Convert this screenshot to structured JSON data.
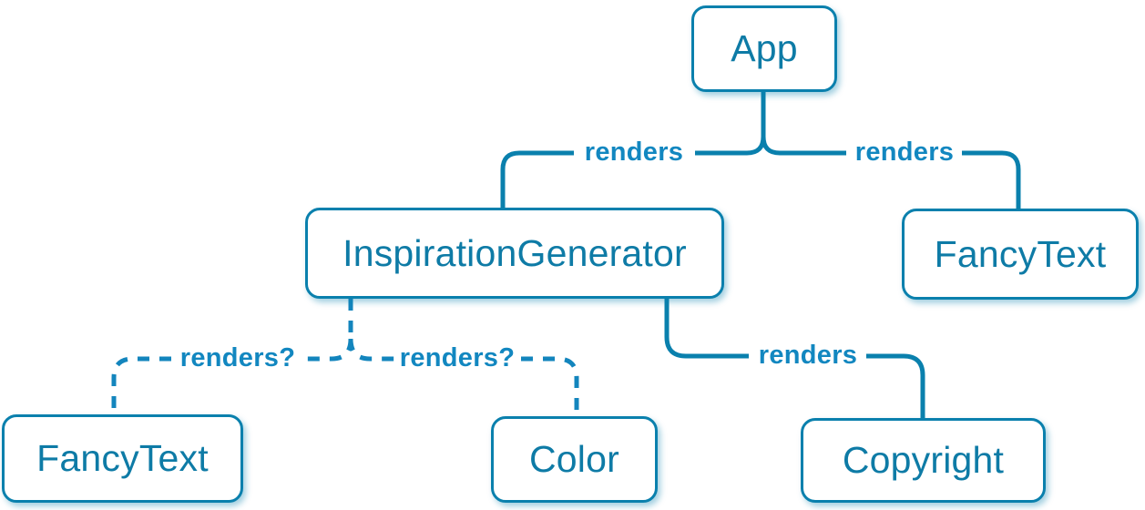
{
  "diagram": {
    "type": "component-render-tree",
    "nodes": {
      "app": {
        "label": "App"
      },
      "inspiration_generator": {
        "label": "InspirationGenerator"
      },
      "fancy_text_top": {
        "label": "FancyText"
      },
      "fancy_text_bottom": {
        "label": "FancyText"
      },
      "color": {
        "label": "Color"
      },
      "copyright": {
        "label": "Copyright"
      }
    },
    "edges": [
      {
        "from": "App",
        "to": "InspirationGenerator",
        "label": "renders",
        "style": "solid"
      },
      {
        "from": "App",
        "to": "FancyText",
        "label": "renders",
        "style": "solid"
      },
      {
        "from": "InspirationGenerator",
        "to": "FancyText",
        "label": "renders?",
        "style": "dashed"
      },
      {
        "from": "InspirationGenerator",
        "to": "Color",
        "label": "renders?",
        "style": "dashed"
      },
      {
        "from": "InspirationGenerator",
        "to": "Copyright",
        "label": "renders",
        "style": "solid"
      }
    ],
    "colors": {
      "background": "#ffffff",
      "node_border": "#0a80ad",
      "node_text": "#0e7ba6",
      "edge_solid": "#0a80ad",
      "edge_dashed": "#1385bd",
      "edge_label": "#1287c0",
      "shadow": "rgba(10,128,173,0.38)"
    }
  }
}
